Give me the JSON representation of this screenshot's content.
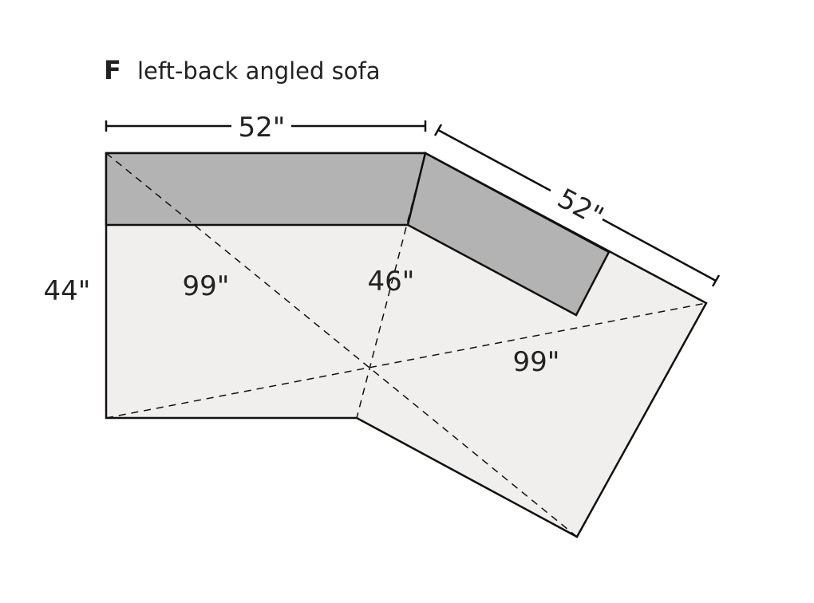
{
  "title": {
    "letter": "F",
    "text": "left-back angled sofa"
  },
  "dimensions": {
    "top_width": "52\"",
    "angled_width": "52\"",
    "depth": "44\"",
    "diagonal_left": "99\"",
    "seam_depth": "46\"",
    "diagonal_right": "99\""
  },
  "colors": {
    "back": "#b3b3b3",
    "seat": "#f0efed",
    "line": "#111111"
  }
}
